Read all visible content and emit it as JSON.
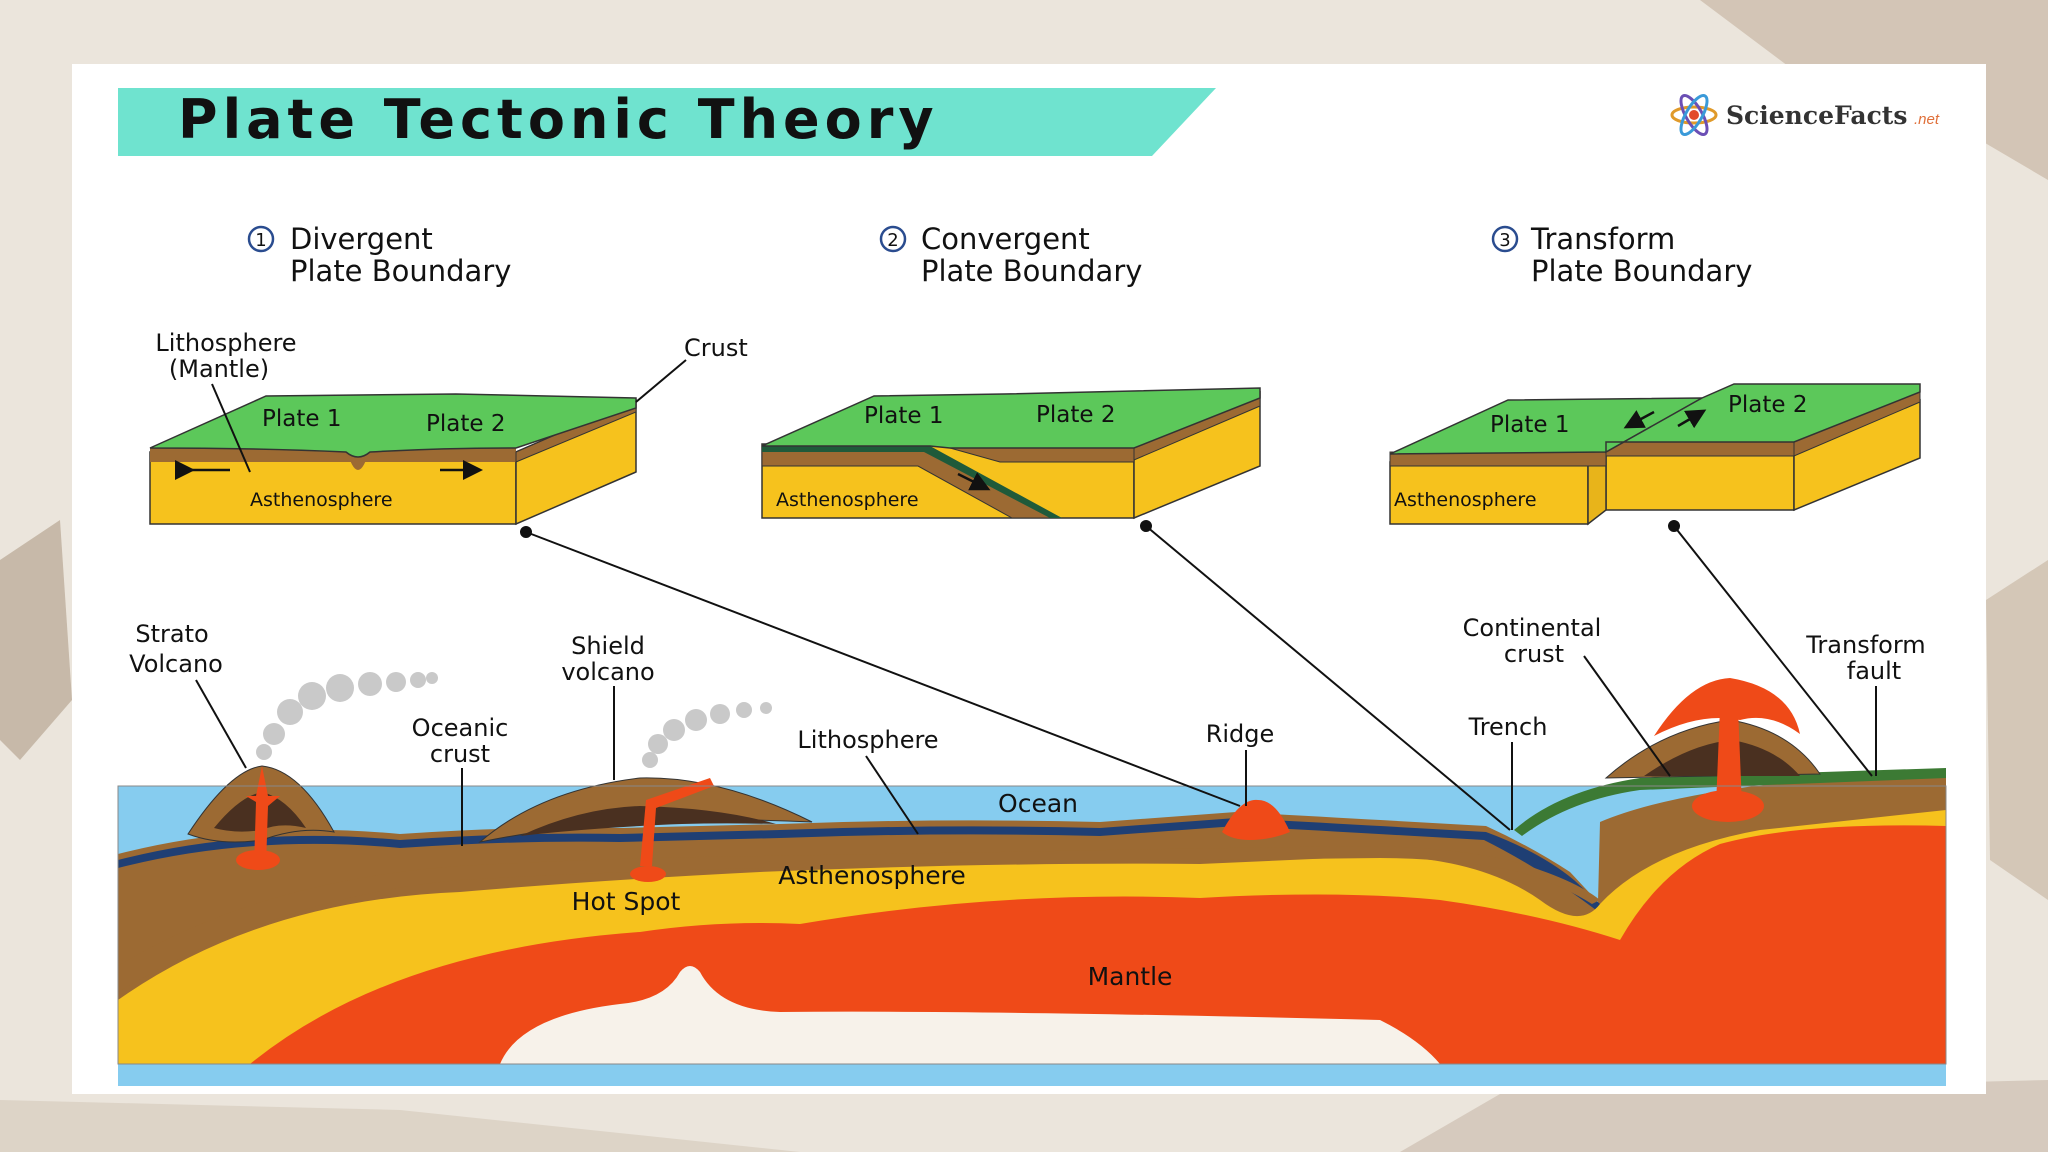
{
  "title": "Plate Tectonic Theory",
  "logo": {
    "text": "ScienceFacts",
    "suffix": ".net"
  },
  "boundaries": [
    {
      "num": "1",
      "line1": "Divergent",
      "line2": "Plate Boundary"
    },
    {
      "num": "2",
      "line1": "Convergent",
      "line2": "Plate Boundary"
    },
    {
      "num": "3",
      "line1": "Transform",
      "line2": "Plate Boundary"
    }
  ],
  "block_labels": {
    "plate1": "Plate 1",
    "plate2": "Plate 2",
    "asthenosphere": "Asthenosphere",
    "lithosphere_mantle_1": "Lithosphere",
    "lithosphere_mantle_2": "(Mantle)",
    "crust": "Crust"
  },
  "section_labels": {
    "strato_1": "Strato",
    "strato_2": "Volcano",
    "shield_1": "Shield",
    "shield_2": "volcano",
    "oceanic_1": "Oceanic",
    "oceanic_2": "crust",
    "lithosphere": "Lithosphere",
    "ridge": "Ridge",
    "continental_1": "Continental",
    "continental_2": "crust",
    "trench": "Trench",
    "transform_1": "Transform",
    "transform_2": "fault",
    "ocean": "Ocean",
    "asthenosphere": "Asthenosphere",
    "hot_spot": "Hot Spot",
    "mantle": "Mantle"
  },
  "colors": {
    "title_banner": "#6fe3cf",
    "plate_green": "#5cc85a",
    "crust_brown": "#9c6a33",
    "asthenosphere_yellow": "#f6c21d",
    "mantle_red": "#ef4a18",
    "ocean_blue": "#86ccef",
    "oceanic_crust_navy": "#1f3f74"
  }
}
